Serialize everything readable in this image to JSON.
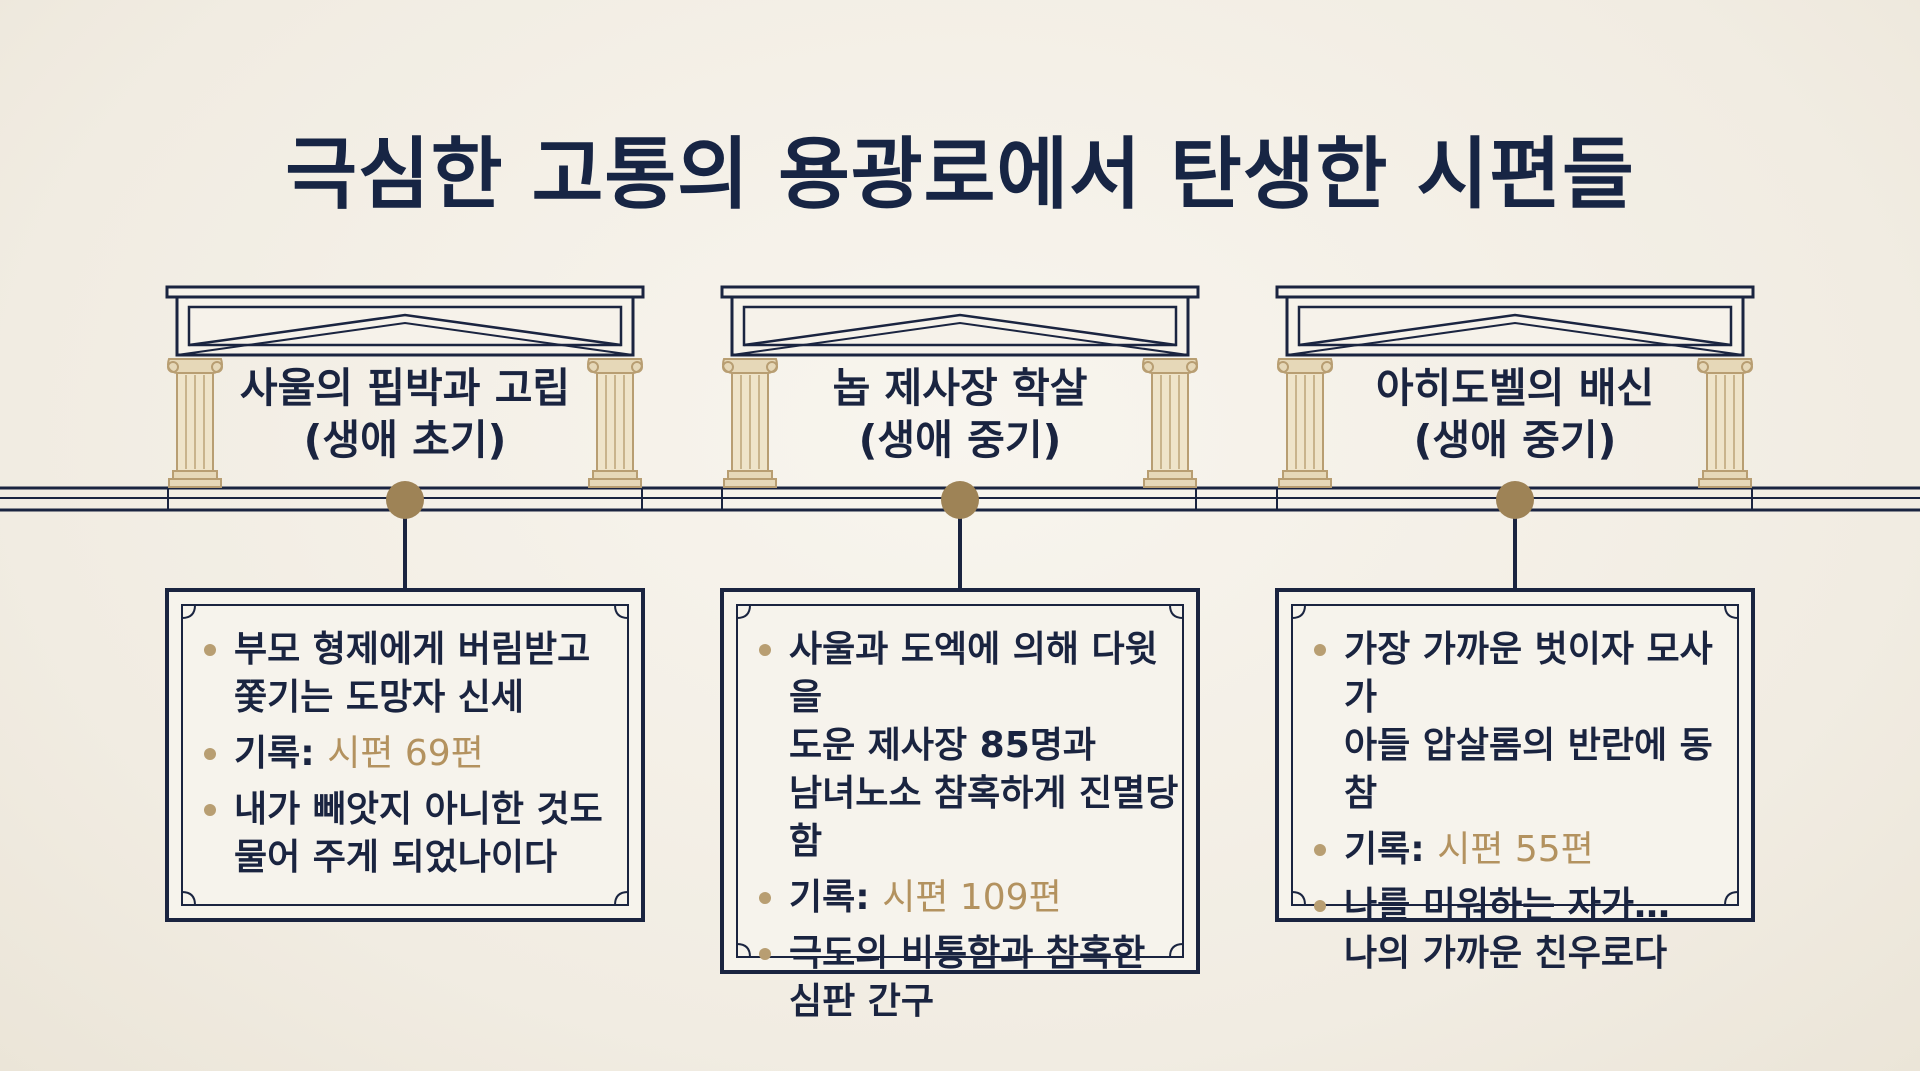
{
  "title": "극심한 고통의 용광로에서 탄생한 시편들",
  "colors": {
    "navy": "#1a2440",
    "gold": "#b3925f",
    "pillar": "#d9c9a3",
    "background": "#f3efe6"
  },
  "periods": [
    {
      "name": "사울의 핍박과 고립",
      "stage": "(생애 초기)",
      "bullets": [
        {
          "lines": [
            "부모 형제에게 버림받고",
            "쫓기는 도망자 신세"
          ]
        },
        {
          "label": "기록:",
          "highlight": "시편 69편"
        },
        {
          "lines": [
            "내가 빼앗지 아니한 것도",
            "물어 주게 되었나이다"
          ]
        }
      ]
    },
    {
      "name": "놉 제사장 학살",
      "stage": "(생애 중기)",
      "bullets": [
        {
          "lines": [
            "사울과 도엑에 의해 다윗을",
            "도운 제사장 85명과",
            "남녀노소 참혹하게 진멸당함"
          ]
        },
        {
          "label": "기록:",
          "highlight": "시편 109편"
        },
        {
          "lines": [
            "극도의 비통함과 참혹한",
            "심판 간구"
          ]
        }
      ]
    },
    {
      "name": "아히도벨의 배신",
      "stage": "(생애 중기)",
      "bullets": [
        {
          "lines": [
            "가장 가까운 벗이자 모사가",
            "아들 압살롬의 반란에 동참"
          ]
        },
        {
          "label": "기록:",
          "highlight": "시편 55편"
        },
        {
          "lines": [
            "나를 미워하는 자가…",
            "나의 가까운 친우로다"
          ]
        }
      ]
    }
  ]
}
